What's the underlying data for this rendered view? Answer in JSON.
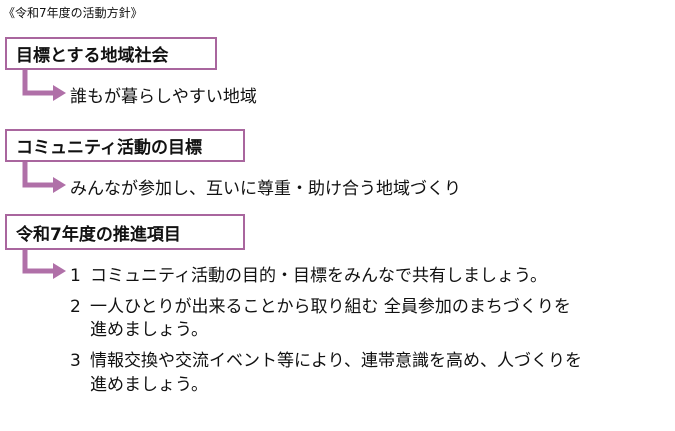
{
  "caption": "《令和7年度の活動方針》",
  "sections": [
    {
      "heading": "目標とする地域社会",
      "text": "誰もが暮らしやすい地域"
    },
    {
      "heading": "コミュニティ活動の目標",
      "text": "みんなが参加し、互いに尊重・助け合う地域づくり"
    },
    {
      "heading": "令和7年度の推進項目",
      "items": [
        {
          "num": "1",
          "lines": [
            "コミュニティ活動の目的・目標をみんなで共有しましょう。"
          ]
        },
        {
          "num": "2",
          "lines": [
            "一人ひとりが出来ることから取り組む 全員参加のまちづくりを",
            "進めましょう。"
          ]
        },
        {
          "num": "3",
          "lines": [
            "情報交換や交流イベント等により、連帯意識を高め、人づくりを",
            "進めましょう。"
          ]
        }
      ]
    }
  ],
  "colors": {
    "accent": "#a9669e",
    "arrow": "#b070a8"
  }
}
